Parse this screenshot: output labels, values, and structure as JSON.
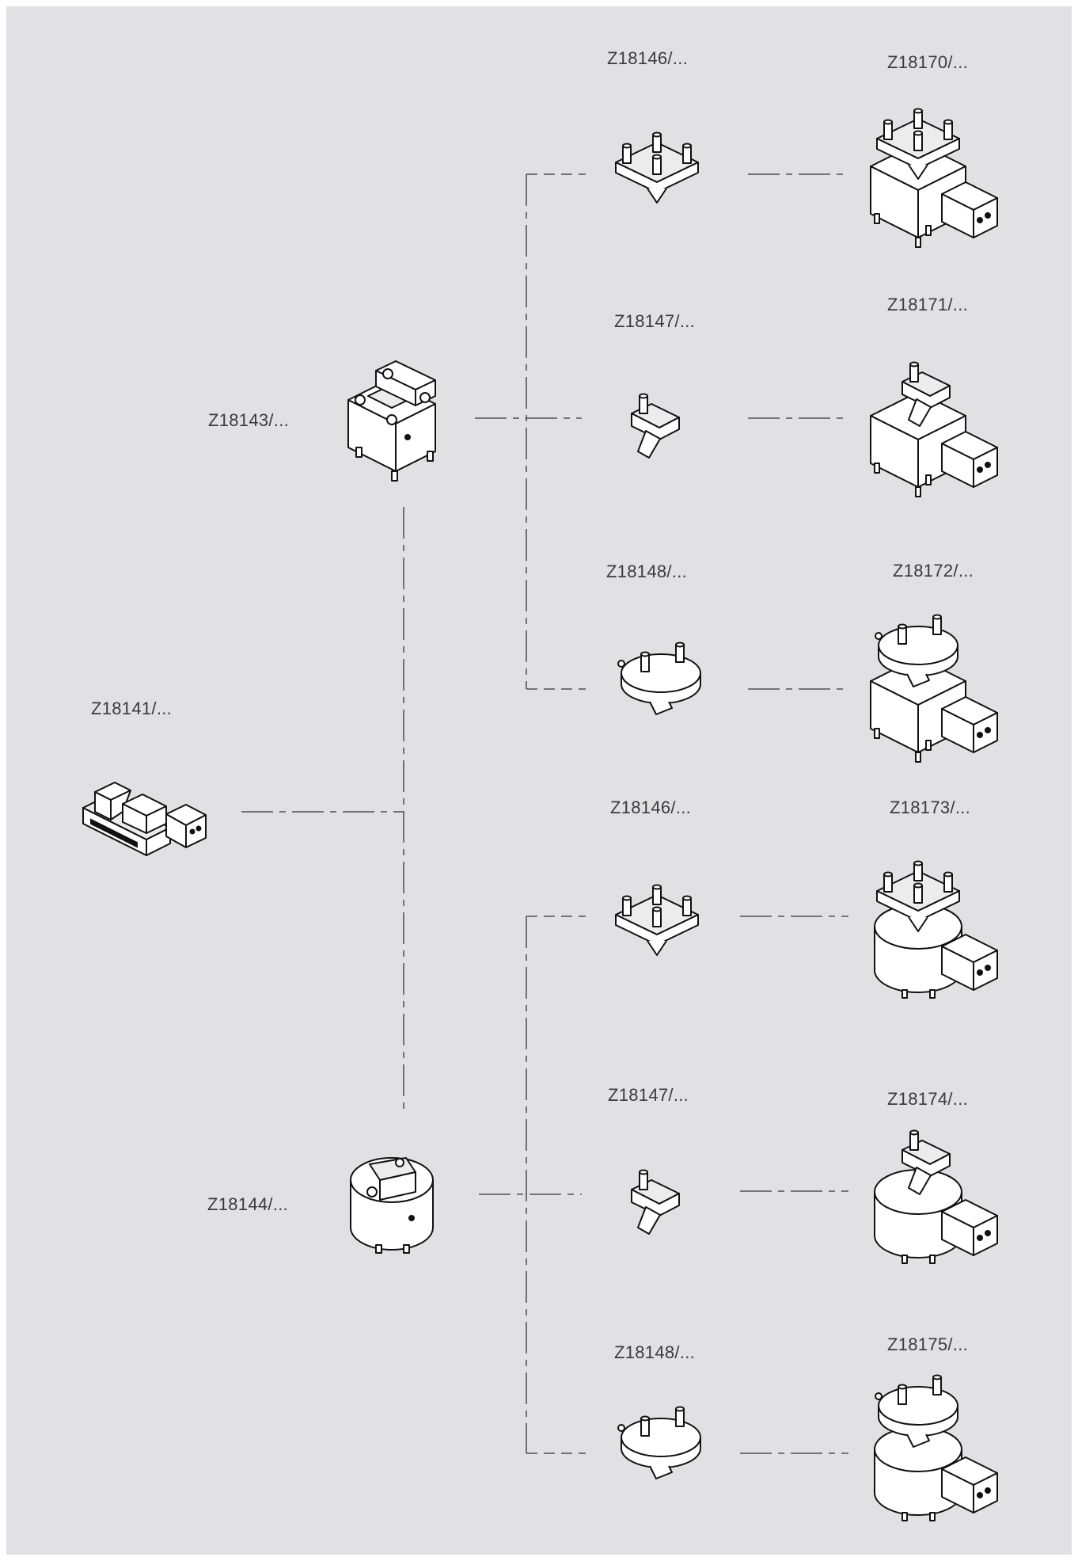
{
  "background_color": "#e1e1e3",
  "line_color": "#333333",
  "labels": {
    "z18141": "Z18141/...",
    "z18143": "Z18143/...",
    "z18144": "Z18144/...",
    "upper_col2": [
      "Z18146/...",
      "Z18147/...",
      "Z18148/..."
    ],
    "lower_col2": [
      "Z18146/...",
      "Z18147/...",
      "Z18148/..."
    ],
    "upper_col3": [
      "Z18170/...",
      "Z18171/...",
      "Z18172/..."
    ],
    "lower_col3": [
      "Z18173/...",
      "Z18174/...",
      "Z18175/..."
    ]
  },
  "parts": [
    {
      "label": "Z18141/...",
      "icon": "vise-base-icon"
    },
    {
      "label": "Z18143/...",
      "icon": "square-holder-icon"
    },
    {
      "label": "Z18144/...",
      "icon": "round-holder-icon"
    },
    {
      "label": "Z18146/...",
      "icon": "square-plate-icon"
    },
    {
      "label": "Z18147/...",
      "icon": "small-adapter-icon"
    },
    {
      "label": "Z18148/...",
      "icon": "round-plate-icon"
    },
    {
      "label": "Z18170/...",
      "icon": "assembly-square-icon"
    },
    {
      "label": "Z18171/...",
      "icon": "assembly-square-adapter-icon"
    },
    {
      "label": "Z18172/...",
      "icon": "assembly-square-round-icon"
    },
    {
      "label": "Z18173/...",
      "icon": "assembly-round-square-icon"
    },
    {
      "label": "Z18174/...",
      "icon": "assembly-round-adapter-icon"
    },
    {
      "label": "Z18175/...",
      "icon": "assembly-round-round-icon"
    }
  ]
}
